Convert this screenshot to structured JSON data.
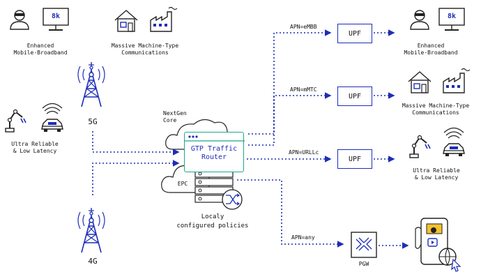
{
  "use_cases": {
    "embb": "Enhanced\nMobile-Broadband",
    "mmtc": "Massive Machine-Type\nCommunications",
    "urllc": "Ultra Reliable\n& Low Latency",
    "monitor_text": "8k"
  },
  "towers": {
    "t5g": "5G",
    "t4g": "4G"
  },
  "core": {
    "nextgen": "NextGen\nCore",
    "epc": "EPC",
    "router_title": "GTP Traffic\nRouter",
    "policies": "Localy\nconfigured policies"
  },
  "apns": {
    "embb": "APN=eMBB",
    "mmtc": "APN=mMTC",
    "urllc": "APN=URLLc",
    "any": "APN=any"
  },
  "functions": {
    "upf": "UPF",
    "pgw": "PGW"
  },
  "colors": {
    "blue": "#1d2db8",
    "green": "#1fa889",
    "dark": "#222222",
    "yellow": "#f2c230"
  }
}
